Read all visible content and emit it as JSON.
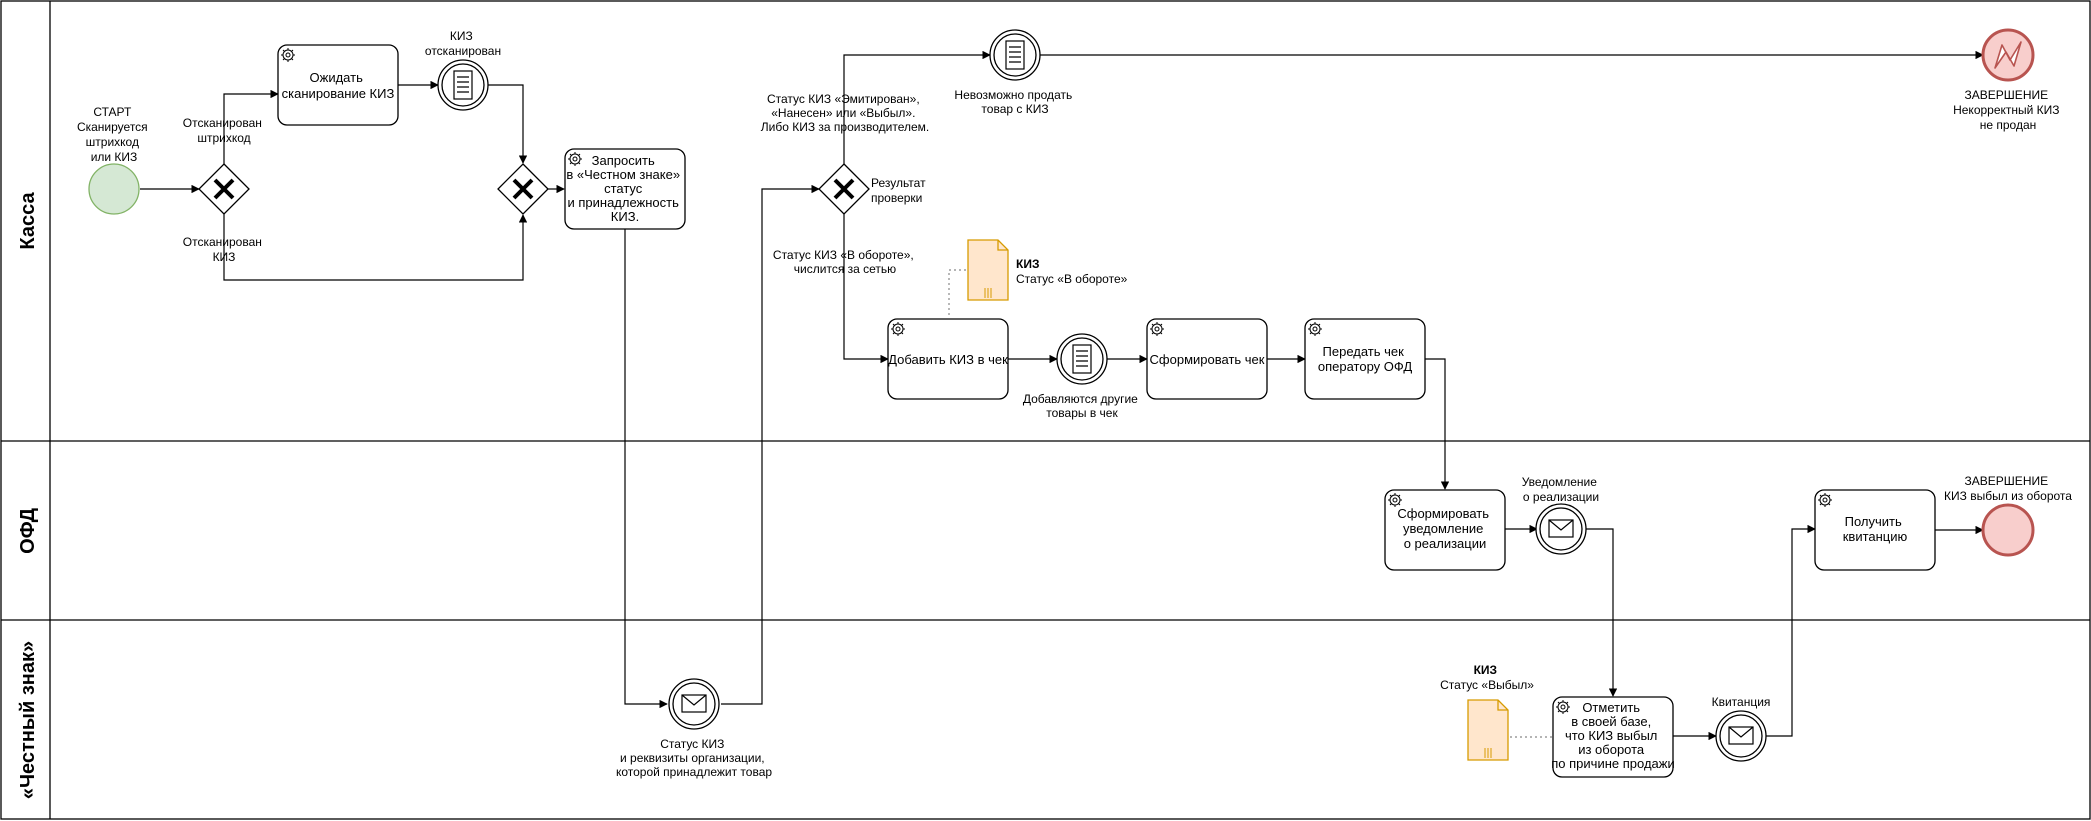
{
  "lanes": {
    "kassa": "Касса",
    "ofd": "ОФД",
    "cz": "«Честный знак»"
  },
  "events": {
    "start": [
      "СТАРТ",
      "Сканируется",
      "штрихкод",
      "или КИЗ"
    ],
    "kiz_scanned": [
      "КИЗ",
      "отсканирован"
    ],
    "cannot_sell": [
      "Невозможно продать",
      "товар с КИЗ"
    ],
    "end_incorrect": [
      "ЗАВЕРШЕНИЕ",
      "Некорректный КИЗ",
      "не продан"
    ],
    "add_other": [
      "Добавляются другие",
      "товары в чек"
    ],
    "notice": [
      "Уведомление",
      "о реализации"
    ],
    "end_out": [
      "ЗАВЕРШЕНИЕ",
      "КИЗ выбыл из оборота"
    ],
    "status_msg": [
      "Статус КИЗ",
      "и реквизиты организации,",
      "которой принадлежит товар"
    ],
    "receipt": [
      "Квитанция"
    ]
  },
  "tasks": {
    "wait_scan": [
      "Ожидать",
      "сканирование КИЗ"
    ],
    "request": [
      "Запросить",
      "в «Честном знаке»",
      "статус",
      "и принадлежность",
      "КИЗ."
    ],
    "add_kiz": [
      "Добавить КИЗ в чек"
    ],
    "form_check": [
      "Сформировать чек"
    ],
    "send_check": [
      "Передать чек",
      "оператору ОФД"
    ],
    "form_notice": [
      "Сформировать",
      "уведомление",
      "о реализации"
    ],
    "get_receipt": [
      "Получить",
      "квитанцию"
    ],
    "mark_out": [
      "Отметить",
      "в своей базе,",
      "что КИЗ выбыл",
      "из оборота",
      "по причине продажи"
    ]
  },
  "gateways": {
    "result": [
      "Результат",
      "проверки"
    ]
  },
  "flows": {
    "scanned_barcode": [
      "Отсканирован",
      "штрихкод"
    ],
    "scanned_kiz": [
      "Отсканирован",
      "КИЗ"
    ],
    "bad_status": [
      "Статус КИЗ «Эмитирован»,",
      "«Нанесен» или «Выбыл».",
      "Либо КИЗ за производителем."
    ],
    "good_status": [
      "Статус КИЗ «В обороте»,",
      "числится за сетью"
    ]
  },
  "artifacts": {
    "kiz_in_turnover": {
      "title": "КИЗ",
      "status": "Статус «В обороте»"
    },
    "kiz_out": {
      "title": "КИЗ",
      "status": "Статус «Выбыл»"
    }
  },
  "colors": {
    "start_fill": "#d5e8d4",
    "start_stroke": "#82b366",
    "end_fill": "#f8cecc",
    "end_stroke": "#b85450",
    "doc_fill": "#ffe6cc",
    "doc_stroke": "#d79b00"
  }
}
